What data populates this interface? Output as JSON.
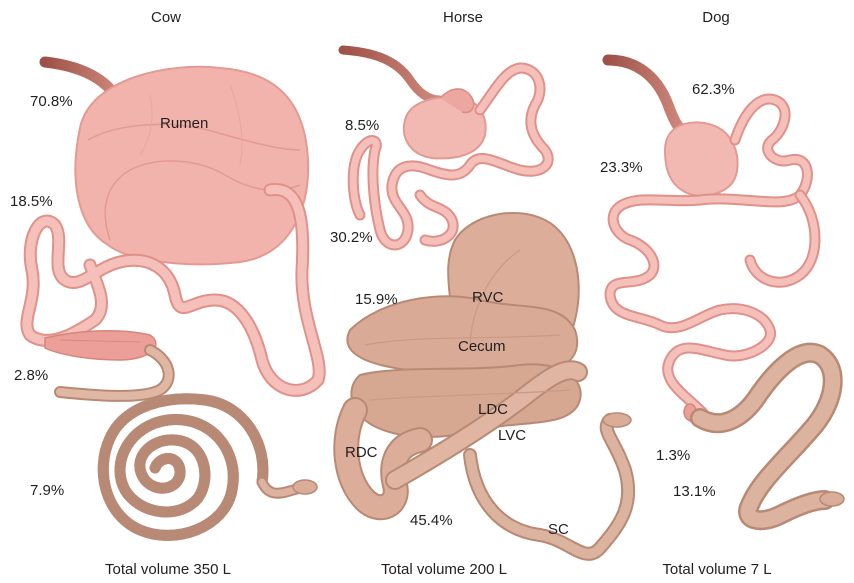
{
  "panels": [
    {
      "title": "Cow",
      "total": "Total volume 350 L",
      "labels": [
        "70.8%",
        "Rumen",
        "18.5%",
        "2.8%",
        "7.9%"
      ]
    },
    {
      "title": "Horse",
      "total": "Total volume 200 L",
      "labels": [
        "8.5%",
        "30.2%",
        "15.9%",
        "RVC",
        "Cecum",
        "LDC",
        "LVC",
        "RDC",
        "45.4%",
        "SC"
      ]
    },
    {
      "title": "Dog",
      "total": "Total volume 7 L",
      "labels": [
        "62.3%",
        "23.3%",
        "1.3%",
        "13.1%"
      ]
    }
  ],
  "colors": {
    "esophagus": "#b86a5e",
    "stomach": "#f2b8b2",
    "stomach_edge": "#e39a93",
    "small_intestine": "#f3b3ac",
    "small_intestine_edge": "#df918a",
    "large_intestine": "#d9ad98",
    "large_intestine_edge": "#b88a76",
    "text": "#231f20"
  }
}
